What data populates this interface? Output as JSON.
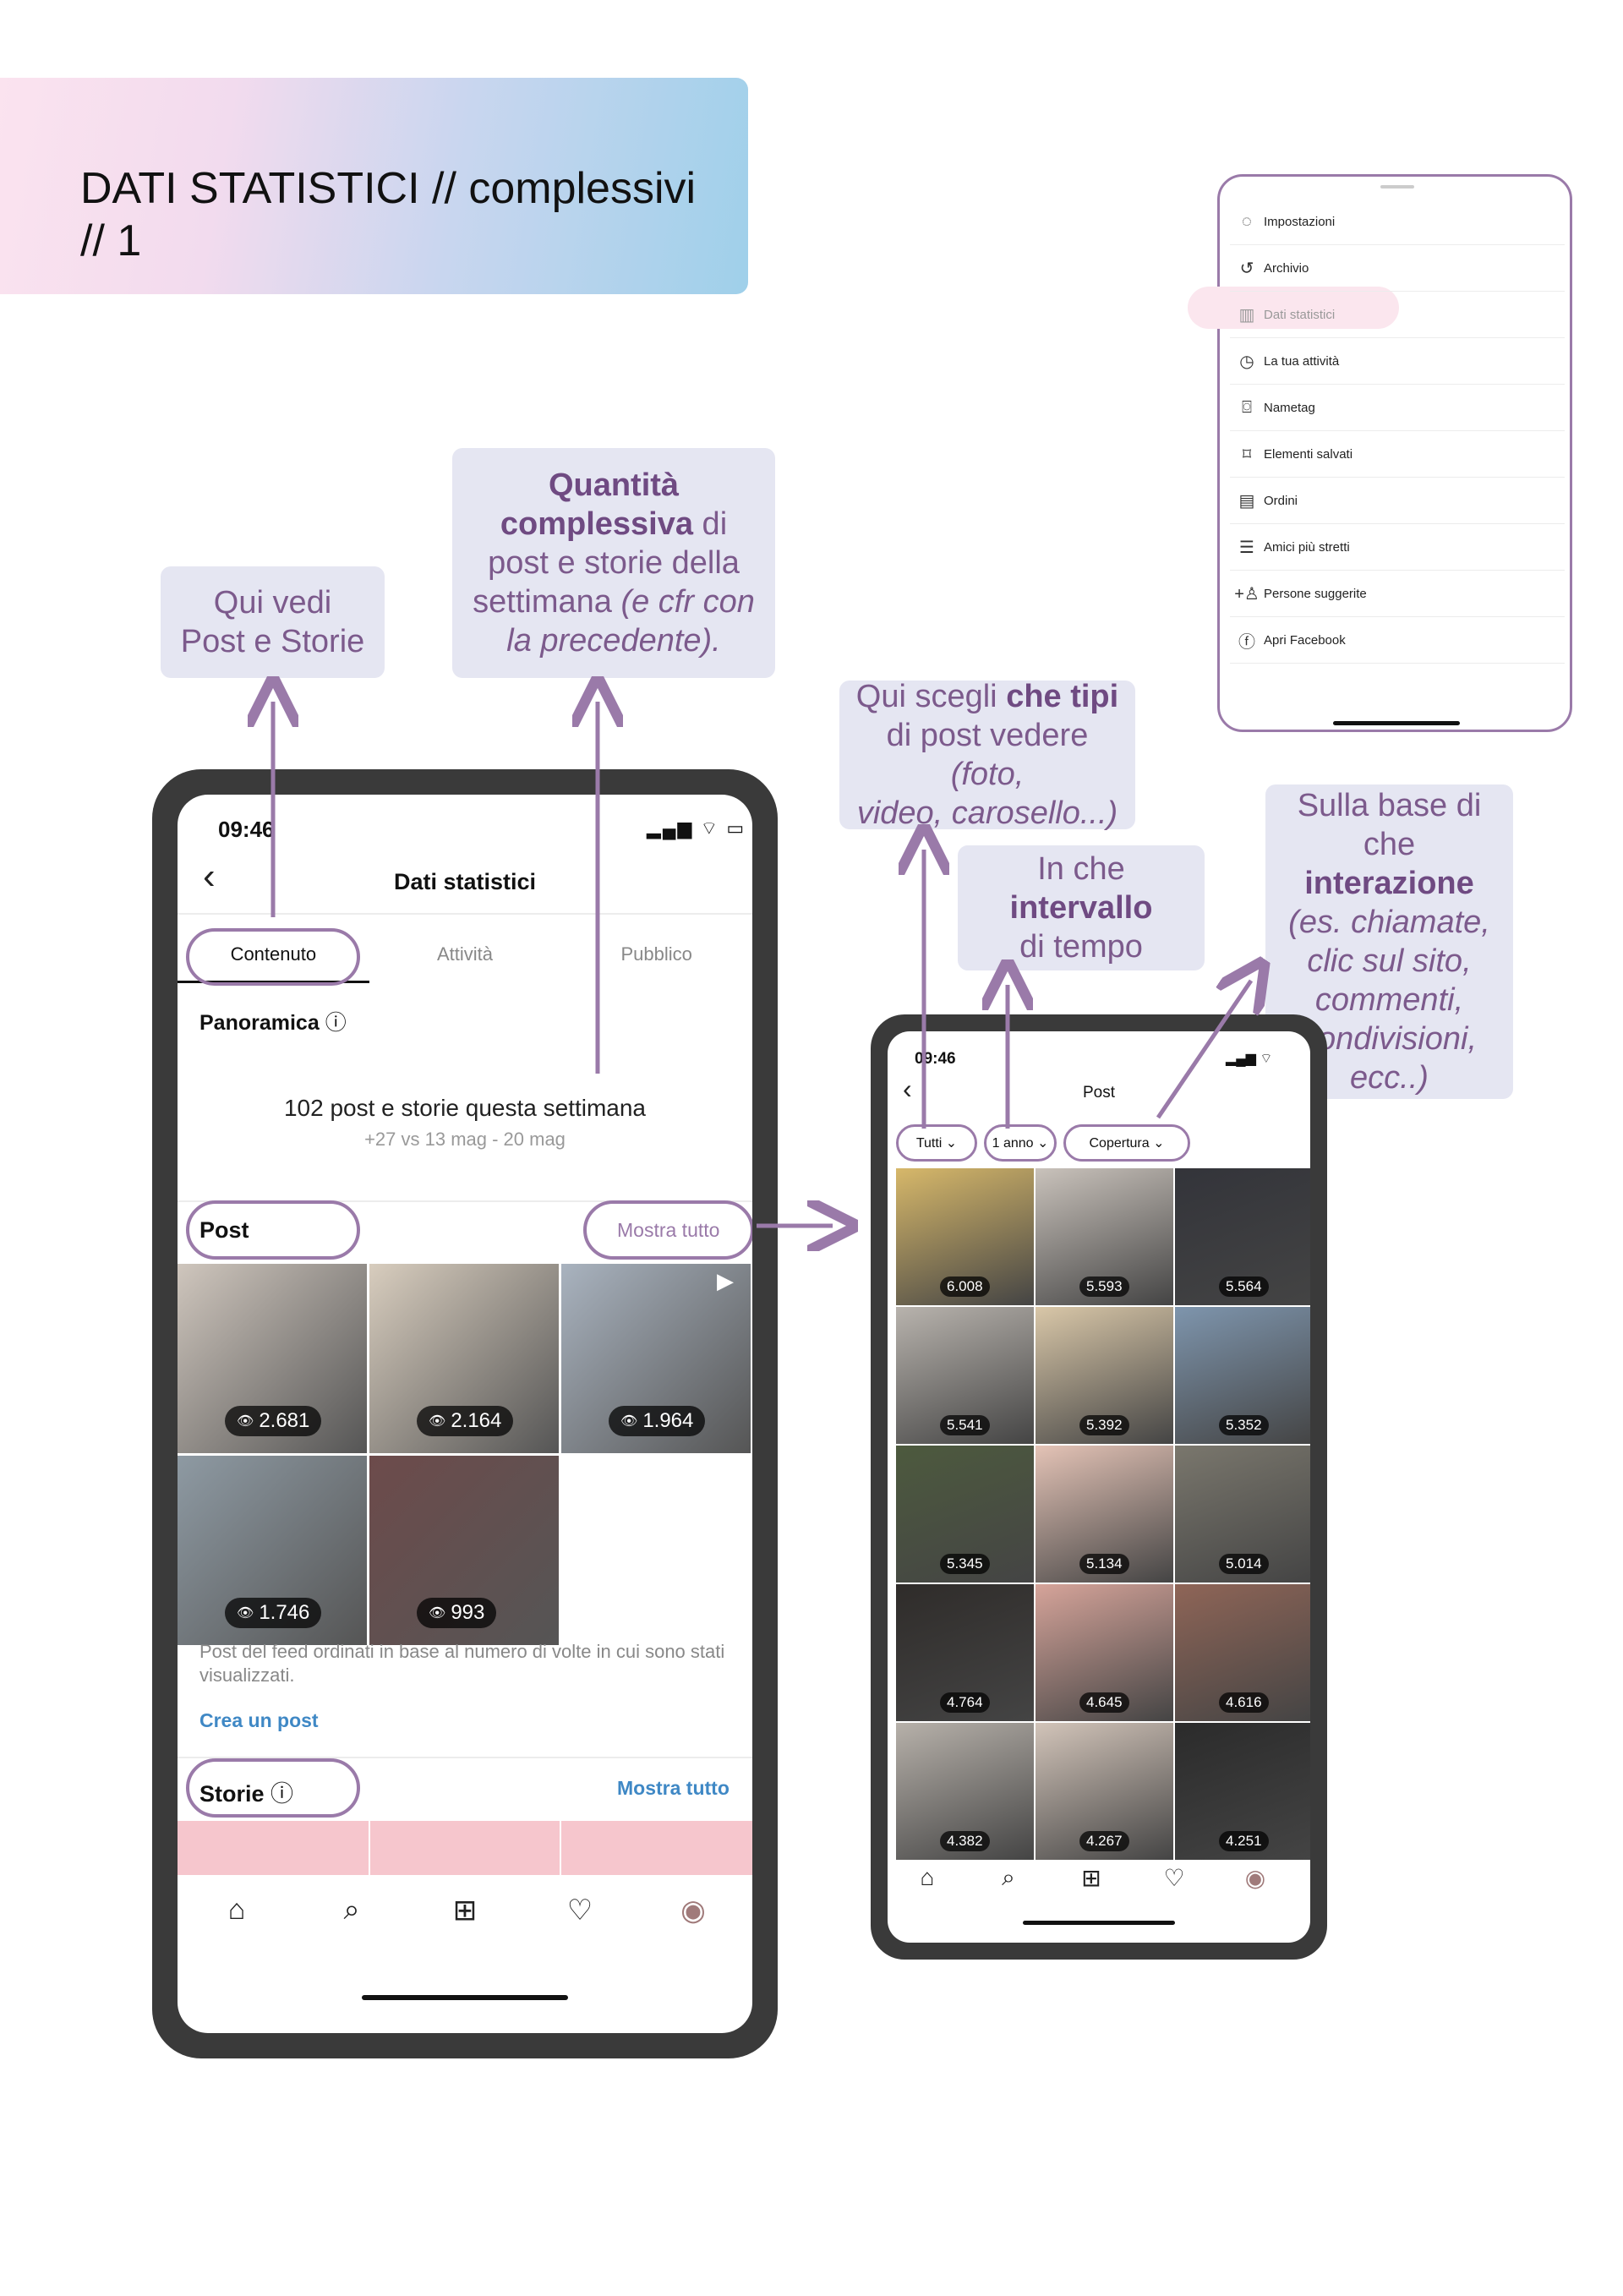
{
  "title": {
    "line1": "DATI STATISTICI // complessivi",
    "line2": "// 1"
  },
  "callouts": {
    "post_storie": {
      "line1": "Qui vedi",
      "line2": "Post e Storie"
    },
    "quantita": {
      "p1": "Quantità",
      "p2": "complessiva",
      "p3": " di",
      "p4": "post e storie della",
      "p5": "settimana ",
      "p6": "(e cfr con",
      "p7": "la precedente)."
    },
    "tipi": {
      "p1": "Qui scegli ",
      "p2": "che tipi",
      "p3": "di post vedere ",
      "p4": "(foto,",
      "p5": "video, carosello...)"
    },
    "intervallo": {
      "p1": "In che ",
      "p2": "intervallo",
      "p3": "di tempo"
    },
    "interazione": {
      "p1": "Sulla base di",
      "p2": "che ",
      "p3": "interazione",
      "p4": "(es. chiamate,",
      "p5": "clic sul sito,",
      "p6": "commenti,",
      "p7": "condivisioni,",
      "p8": "ecc..)"
    }
  },
  "menu": {
    "items": [
      {
        "label": "Impostazioni",
        "icon": "◌"
      },
      {
        "label": "Archivio",
        "icon": "↺"
      },
      {
        "label": "Dati statistici",
        "icon": "▥"
      },
      {
        "label": "La tua attività",
        "icon": "◷"
      },
      {
        "label": "Nametag",
        "icon": "⌼"
      },
      {
        "label": "Elementi salvati",
        "icon": "⌑"
      },
      {
        "label": "Ordini",
        "icon": "▤"
      },
      {
        "label": "Amici più stretti",
        "icon": "☰"
      },
      {
        "label": "Persone suggerite",
        "icon": "+♙"
      },
      {
        "label": "Apri Facebook",
        "icon": "ⓕ"
      }
    ]
  },
  "main_phone": {
    "time": "09:46",
    "status_icons": "▂▄▆ ⌔ ▭",
    "back_icon": "‹",
    "title": "Dati statistici",
    "tabs": [
      "Contenuto",
      "Attività",
      "Pubblico"
    ],
    "overview_label": "Panoramica",
    "info_icon": "ⓘ",
    "summary": "102 post e storie questa settimana",
    "comparison": "+27 vs 13 mag - 20 mag",
    "post_label": "Post",
    "show_all": "Mostra tutto",
    "posts": [
      {
        "views": "2.681",
        "color": "#cfc6bd"
      },
      {
        "views": "2.164",
        "color": "#d8cdbe"
      },
      {
        "views": "1.964",
        "color": "#a9b3bf"
      },
      {
        "views": "1.746",
        "color": "#8e9aa3"
      },
      {
        "views": "993",
        "color": "#6d4b4b"
      }
    ],
    "play_icon": "▶",
    "eye_icon": "👁",
    "caption": "Post del feed ordinati in base al numero di volte in cui sono stati visualizzati.",
    "create_post": "Crea un post",
    "stories_label": "Storie",
    "stories_show_all": "Mostra tutto",
    "nav": {
      "home": "⌂",
      "search": "⌕",
      "add": "⊞",
      "heart": "♡",
      "profile": "◉"
    }
  },
  "small_phone": {
    "time": "09:46",
    "status_icons": "▂▄▆ ⌔",
    "back_icon": "‹",
    "title": "Post",
    "chips": [
      "Tutti ⌄",
      "1 anno ⌄",
      "Copertura ⌄"
    ],
    "grid": [
      {
        "value": "6.008",
        "color": "#d7b86a"
      },
      {
        "value": "5.593",
        "color": "#c9c2bb"
      },
      {
        "value": "5.564",
        "color": "#33343a"
      },
      {
        "value": "5.541",
        "color": "#b8b3ad"
      },
      {
        "value": "5.392",
        "color": "#d9c7a8"
      },
      {
        "value": "5.352",
        "color": "#7e95ad"
      },
      {
        "value": "5.345",
        "color": "#4d5a3e"
      },
      {
        "value": "5.134",
        "color": "#e4c3b6"
      },
      {
        "value": "5.014",
        "color": "#7a776d"
      },
      {
        "value": "4.764",
        "color": "#2f2c2a"
      },
      {
        "value": "4.645",
        "color": "#d6a49a"
      },
      {
        "value": "4.616",
        "color": "#8f6557"
      },
      {
        "value": "4.382",
        "color": "#b7b1aa"
      },
      {
        "value": "4.267",
        "color": "#d2c4b9"
      },
      {
        "value": "4.251",
        "color": "#2b2b2b"
      }
    ],
    "nav": {
      "home": "⌂",
      "search": "⌕",
      "add": "⊞",
      "heart": "♡",
      "profile": "◉"
    }
  },
  "colors": {
    "accent": "#9a7aa9",
    "callout_bg": "#e5e6f2",
    "link": "#3f88c5"
  }
}
